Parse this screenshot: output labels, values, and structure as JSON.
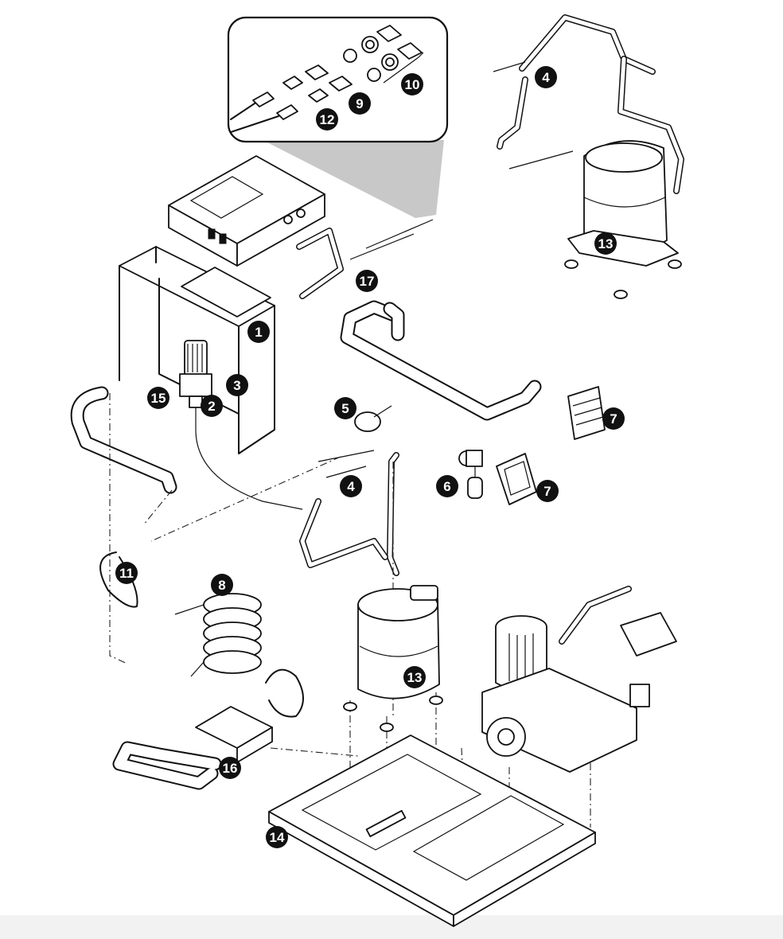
{
  "diagram": {
    "type": "exploded-parts-view",
    "callouts": [
      {
        "id": "c1",
        "label": "1"
      },
      {
        "id": "c2",
        "label": "2"
      },
      {
        "id": "c3",
        "label": "3"
      },
      {
        "id": "c4a",
        "label": "4"
      },
      {
        "id": "c4b",
        "label": "4"
      },
      {
        "id": "c5",
        "label": "5"
      },
      {
        "id": "c6",
        "label": "6"
      },
      {
        "id": "c7a",
        "label": "7"
      },
      {
        "id": "c7b",
        "label": "7"
      },
      {
        "id": "c8",
        "label": "8"
      },
      {
        "id": "c9",
        "label": "9"
      },
      {
        "id": "c10",
        "label": "10"
      },
      {
        "id": "c11",
        "label": "11"
      },
      {
        "id": "c12",
        "label": "12"
      },
      {
        "id": "c13a",
        "label": "13"
      },
      {
        "id": "c13b",
        "label": "13"
      },
      {
        "id": "c14",
        "label": "14"
      },
      {
        "id": "c15",
        "label": "15"
      },
      {
        "id": "c16",
        "label": "16"
      },
      {
        "id": "c17",
        "label": "17"
      }
    ]
  }
}
